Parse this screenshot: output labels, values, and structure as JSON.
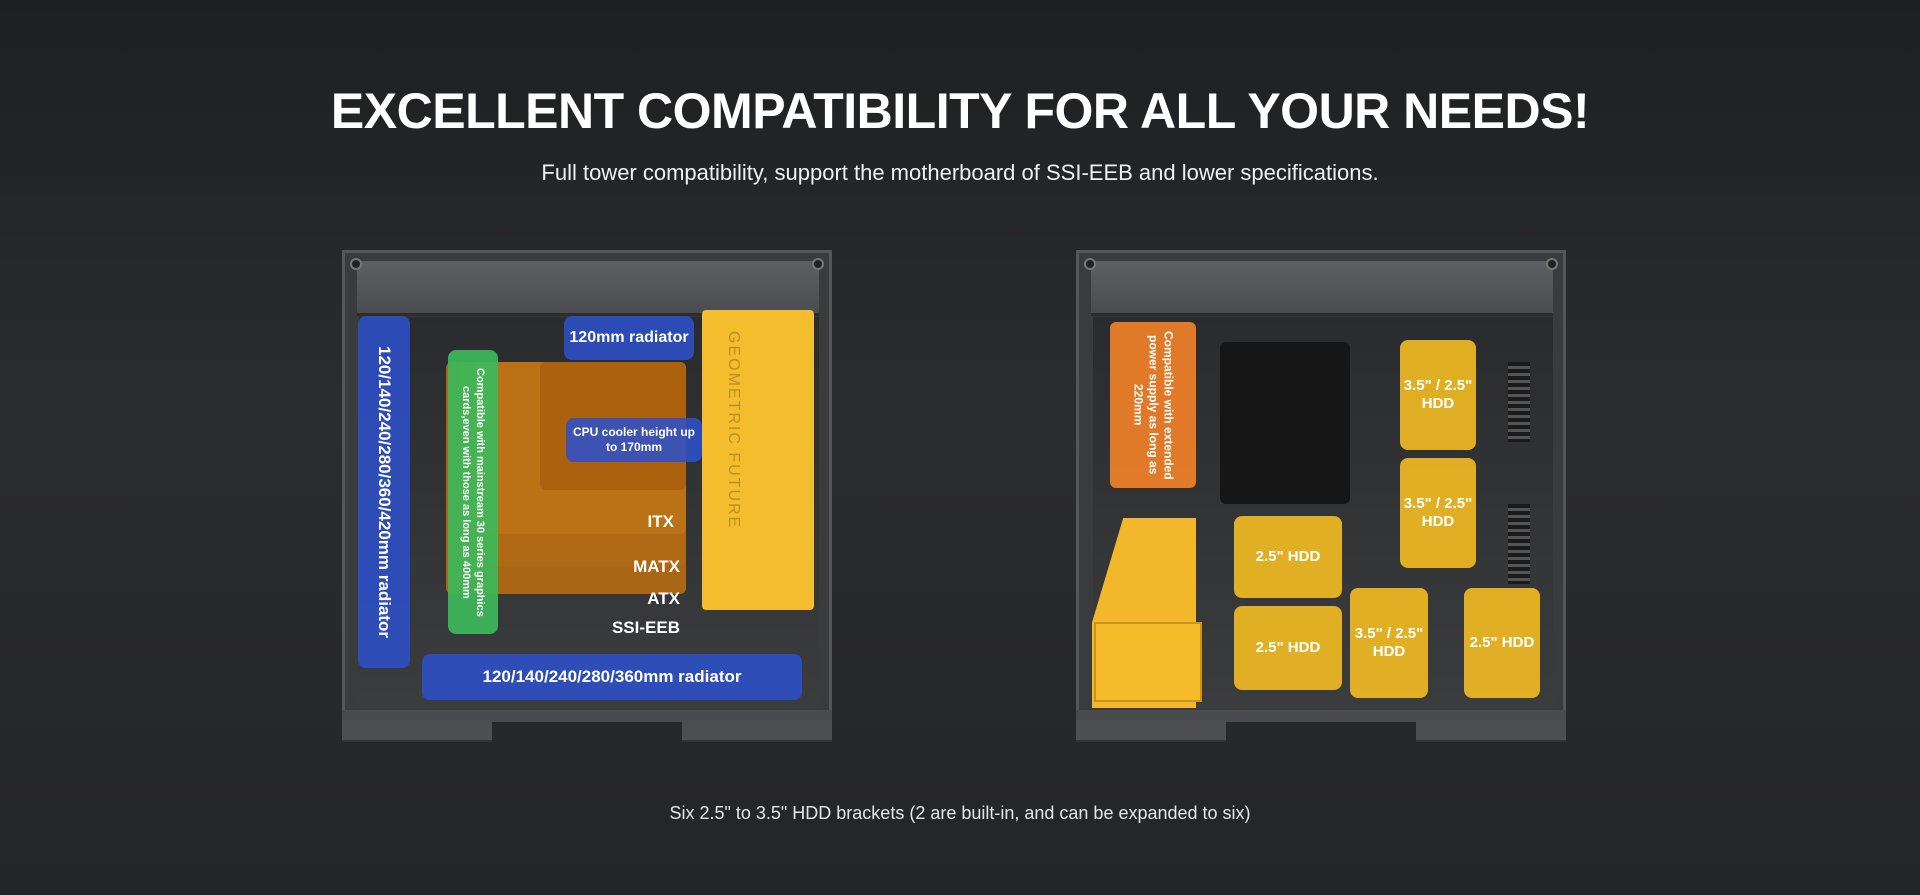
{
  "headline": "EXCELLENT COMPATIBILITY FOR ALL YOUR NEEDS!",
  "subheadline": "Full tower compatibility, support the motherboard of SSI-EEB and lower specifications.",
  "caption": "Six 2.5\" to 3.5\" HDD brackets (2 are built-in, and can be expanded to six)",
  "left_case": {
    "front_radiator": "120/140/240/280/360/420mm radiator",
    "top_radiator": "120mm radiator",
    "bottom_radiator": "120/140/240/280/360mm radiator",
    "gpu_note": "Compatible with mainstream 30 series graphics cards,even with those as long as 400mm",
    "cpu_cooler": "CPU cooler height up to 170mm",
    "mb_sizes": [
      "ITX",
      "MATX",
      "ATX",
      "SSI-EEB"
    ],
    "brand_text": "GEOMETRIC FUTURE"
  },
  "right_case": {
    "psu_note": "Compatible with extended power supply as long as 220mm",
    "hdd_labels": [
      "3.5\" / 2.5\" HDD",
      "3.5\" / 2.5\" HDD",
      "2.5\" HDD",
      "2.5\" HDD",
      "3.5\" / 2.5\" HDD",
      "2.5\" HDD"
    ]
  },
  "colors": {
    "radiator": "#2d50c8",
    "gpu": "#3cb95a",
    "psu": "#f08028",
    "hdd": "#f4bc22",
    "motherboard": "#b66c12"
  }
}
